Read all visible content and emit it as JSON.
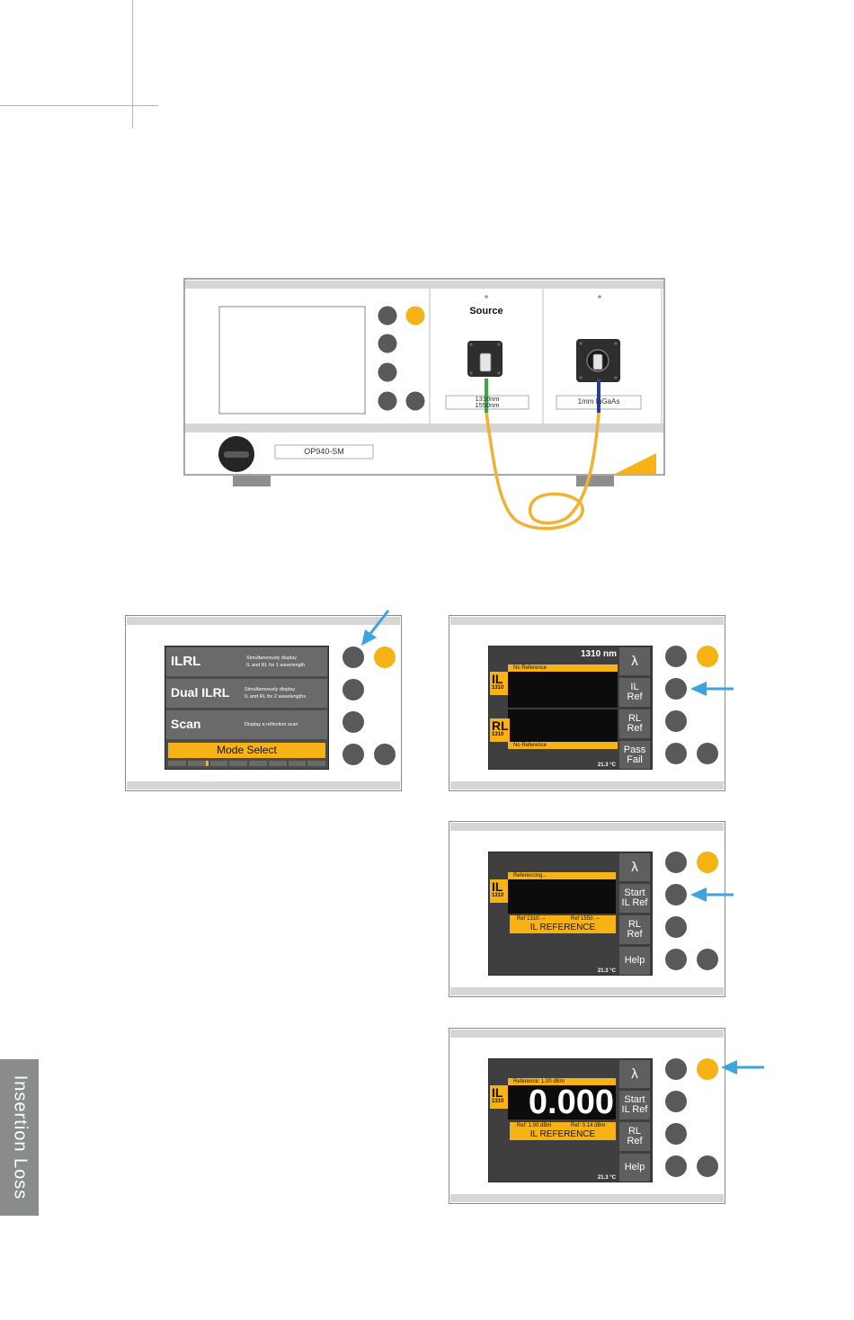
{
  "side_tab": {
    "label": "Insertion Loss"
  },
  "device": {
    "source_label": "Source",
    "port1_label_line1": "1310nm",
    "port1_label_line2": "1550nm",
    "port2_label": "1mm InGaAs",
    "model": "OP940-SM"
  },
  "mode_panel": {
    "rows": [
      {
        "title": "ILRL",
        "desc1": "Simultaneously display",
        "desc2": "IL and RL for 1 wavelength"
      },
      {
        "title": "Dual ILRL",
        "desc1": "Simultaneously display",
        "desc2": "IL and RL for 2 wavelengths"
      },
      {
        "title": "Scan",
        "desc1": "Display a reflection scan",
        "desc2": ""
      }
    ],
    "footer": "Mode Select"
  },
  "panel_ilrl": {
    "wavelength": "1310 nm",
    "top_status": "No Reference",
    "il_label": "IL",
    "il_sub": "1310",
    "rl_label": "RL",
    "rl_sub": "1310",
    "bottom_status": "No Reference",
    "temp": "21.3 °C",
    "softkeys": [
      "λ",
      "IL\nRef",
      "RL\nRef",
      "Pass\nFail"
    ]
  },
  "panel_referencing": {
    "status": "Referencing...",
    "il_label": "IL",
    "il_sub": "1310",
    "ref1310": "Ref 1310:  --",
    "ref1550": "Ref 1550:  --",
    "title": "IL REFERENCE",
    "temp": "21.3 °C",
    "softkeys": [
      "λ",
      "Start\nIL Ref",
      "RL\nRef",
      "Help"
    ]
  },
  "panel_result": {
    "status": "Reference: 1.00 dBm",
    "il_label": "IL",
    "il_sub": "1310",
    "value": "0.000",
    "ref1": "Ref:  1.00 dBm",
    "ref2": "Ref:  0.14 dBm",
    "title": "IL REFERENCE",
    "temp": "21.3 °C",
    "softkeys": [
      "λ",
      "Start\nIL Ref",
      "RL\nRef",
      "Help"
    ]
  },
  "colors": {
    "accent": "#f7b316",
    "arrow": "#3aa6dd",
    "button": "#58595b",
    "fiber_green": "#3aa845",
    "fiber_blue": "#2b3e95",
    "fiber_yellow": "#f2b134"
  }
}
